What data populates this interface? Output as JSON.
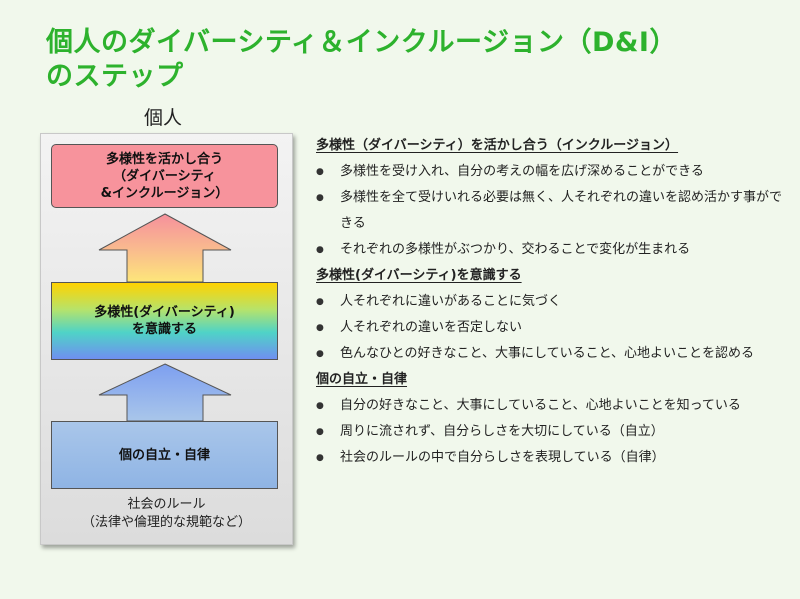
{
  "title": {
    "line1": "個人のダイバーシティ＆インクルージョン（D&I）",
    "line2": "のステップ"
  },
  "diagram": {
    "person_label": "個人",
    "top_box": {
      "line1": "多様性を活かし合う",
      "line2": "（ダイバーシティ",
      "line3": "&インクルージョン）"
    },
    "middle_box": {
      "line1": "多様性(ダイバーシティ)",
      "line2": "を意識する"
    },
    "bottom_box": {
      "line1": "個の自立・自律"
    },
    "base_text": {
      "line1": "社会のルール",
      "line2": "（法律や倫理的な規範など）"
    },
    "colors": {
      "top_box": "#f7939c",
      "bottom_box": "#8fb4e4",
      "title": "#2db22d"
    }
  },
  "sections": [
    {
      "heading": "多様性（ダイバーシティ）を活かし合う（インクルージョン）",
      "items": [
        "多様性を受け入れ、自分の考えの幅を広げ深めることができる",
        "多様性を全て受けいれる必要は無く、人それぞれの違いを認め活かす事ができる",
        "それぞれの多様性がぶつかり、交わることで変化が生まれる"
      ]
    },
    {
      "heading": "多様性(ダイバーシティ)を意識する",
      "items": [
        "人それぞれに違いがあることに気づく",
        "人それぞれの違いを否定しない",
        "色んなひとの好きなこと、大事にしていること、心地よいことを認める"
      ]
    },
    {
      "heading": "個の自立・自律",
      "items": [
        "自分の好きなこと、大事にしていること、心地よいことを知っている",
        "周りに流されず、自分らしさを大切にしている（自立）",
        "社会のルールの中で自分らしさを表現している（自律）"
      ]
    }
  ]
}
